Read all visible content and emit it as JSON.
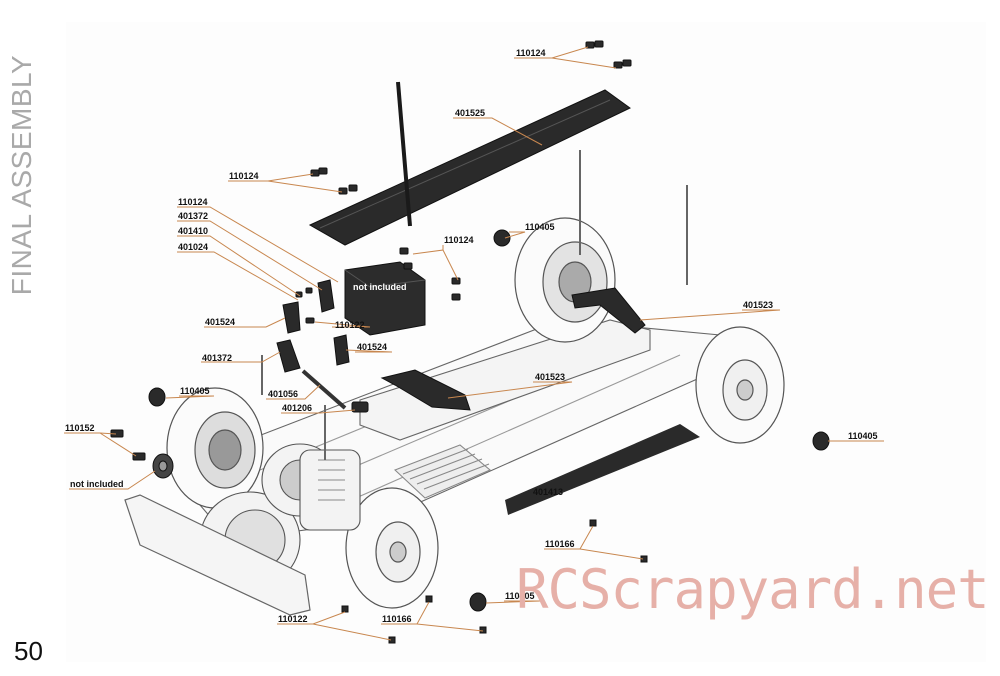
{
  "section_title": "FINAL ASSEMBLY",
  "page_number": "50",
  "watermark": "RCScrapyard.net",
  "callouts": {
    "c110124_top": "110124",
    "c401525": "401525",
    "c110124_left": "110124",
    "c110124_stack": "110124",
    "c401372_stack": "401372",
    "c401410": "401410",
    "c401024": "401024",
    "c110124_mid": "110124",
    "c110405_top": "110405",
    "not_included_servo": "not included",
    "c401523_right": "401523",
    "c401524_left": "401524",
    "c110122_mid": "110122",
    "c401524_lower": "401524",
    "c401372_lower": "401372",
    "c401523_center": "401523",
    "c110405_left": "110405",
    "c401056": "401056",
    "c401206": "401206",
    "c110152": "110152",
    "c110405_right": "110405",
    "not_included_pinion": "not included",
    "c401413": "401413",
    "c110166_right": "110166",
    "c110405_bottom": "110405",
    "c110122_bottom": "110122",
    "c110166_bottom": "110166"
  },
  "colors": {
    "leader": "#c8874f",
    "part_dark": "#1f1f1f",
    "outline": "#555555",
    "tape": "#2a2a2a"
  }
}
